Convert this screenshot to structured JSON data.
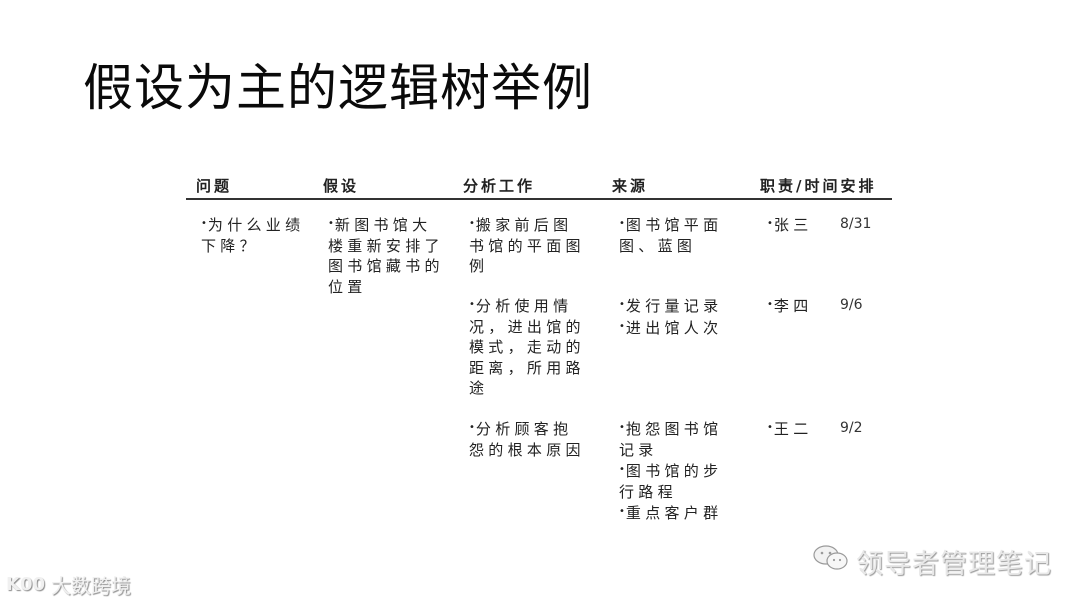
{
  "title": "假设为主的逻辑树举例",
  "table": {
    "headers": [
      "问题",
      "假设",
      "分析工作",
      "来源",
      "职责/时间安排"
    ],
    "question": {
      "bullet": "•",
      "text": "为什么业绩下降？",
      "lines": [
        "为什么业绩",
        "下降？"
      ]
    },
    "hypothesis": {
      "bullet": "•",
      "lines": [
        "新图书馆大",
        "楼重新安排了",
        "图书馆藏书的",
        "位置"
      ]
    },
    "rows": [
      {
        "analysis": {
          "lines": [
            "搬家前后图",
            "书馆的平面图",
            "例"
          ]
        },
        "sources": [
          {
            "lines": [
              "图书馆平面",
              "图、蓝图"
            ]
          }
        ],
        "owner": "张三",
        "date": "8/31"
      },
      {
        "analysis": {
          "lines": [
            "分析使用情",
            "况，进出馆的",
            "模式，走动的",
            "距离，所用路",
            "途"
          ]
        },
        "sources": [
          {
            "lines": [
              "发行量记录"
            ]
          },
          {
            "lines": [
              "进出馆人次"
            ]
          }
        ],
        "owner": "李四",
        "date": "9/6"
      },
      {
        "analysis": {
          "lines": [
            "分析顾客抱",
            "怨的根本原因"
          ]
        },
        "sources": [
          {
            "lines": [
              "抱怨图书馆",
              "记录"
            ]
          },
          {
            "lines": [
              "图书馆的步",
              "行路程"
            ]
          },
          {
            "lines": [
              "重点客户群"
            ]
          }
        ],
        "owner": "王二",
        "date": "9/2"
      }
    ],
    "bullet": "•"
  },
  "watermarks": {
    "right": {
      "icon": "wechat-icon",
      "text": "领导者管理笔记"
    },
    "left": {
      "logo": "K00",
      "text": "大数跨境"
    }
  }
}
